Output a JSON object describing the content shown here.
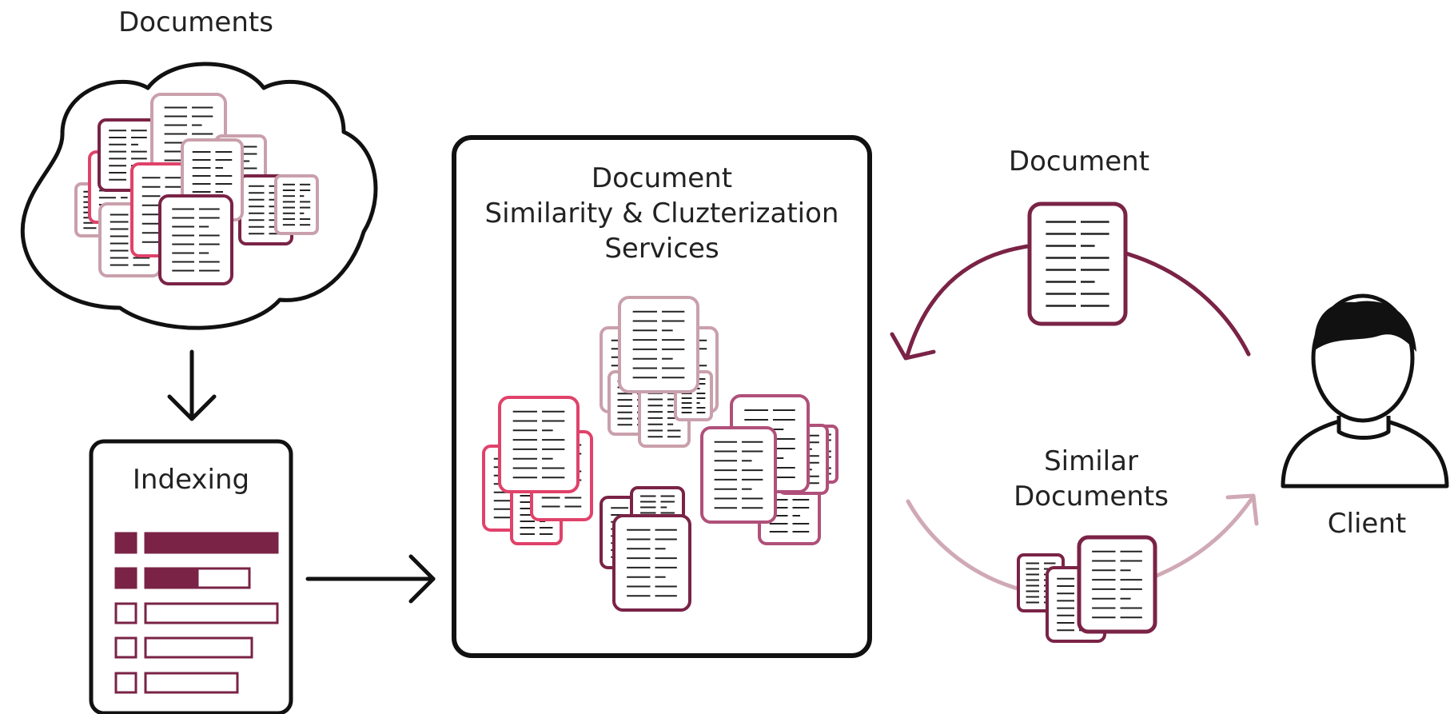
{
  "labels": {
    "documents": "Documents",
    "indexing": "Indexing",
    "service_line1": "Document",
    "service_line2": "Similarity & Cluzterization",
    "service_line3": "Services",
    "document": "Document",
    "similar_line1": "Similar",
    "similar_line2": "Documents",
    "client": "Client"
  },
  "colors": {
    "dark": "#7a2346",
    "magenta": "#e0426a",
    "light": "#c9a0ac",
    "pale_arrow": "#d0a9b5",
    "outline": "#111111"
  },
  "index_rows": [
    {
      "key_filled": true,
      "fill": 1.0
    },
    {
      "key_filled": true,
      "fill": 0.5
    },
    {
      "key_filled": false,
      "fill": 0.0
    },
    {
      "key_filled": false,
      "fill": 0.0
    },
    {
      "key_filled": false,
      "fill": 0.0
    }
  ]
}
